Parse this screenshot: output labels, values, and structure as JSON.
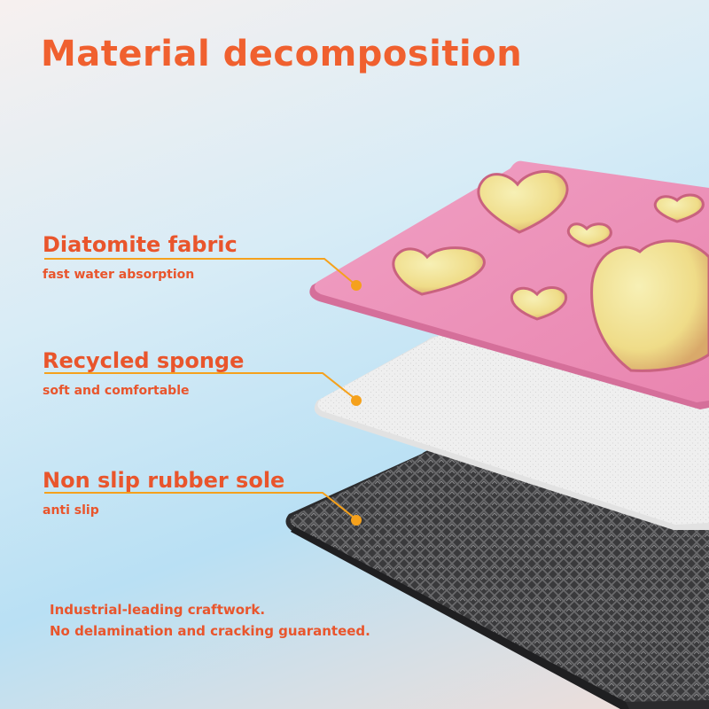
{
  "title": "Material decomposition",
  "layers": [
    {
      "name": "Diatomite fabric",
      "desc": "fast water absorption"
    },
    {
      "name": "Recycled sponge",
      "desc": "soft and comfortable"
    },
    {
      "name": "Non slip rubber sole",
      "desc": "anti slip"
    }
  ],
  "footer": {
    "line1": "Industrial-leading craftwork.",
    "line2": "No delamination and cracking guaranteed."
  },
  "colors": {
    "accent": "#f0602f",
    "fabric": "#ec8bb3",
    "hearts": "#f2e49a",
    "sponge": "#f1f1f1",
    "rubber": "#3c3c3e",
    "marker": "#f5a11c"
  }
}
